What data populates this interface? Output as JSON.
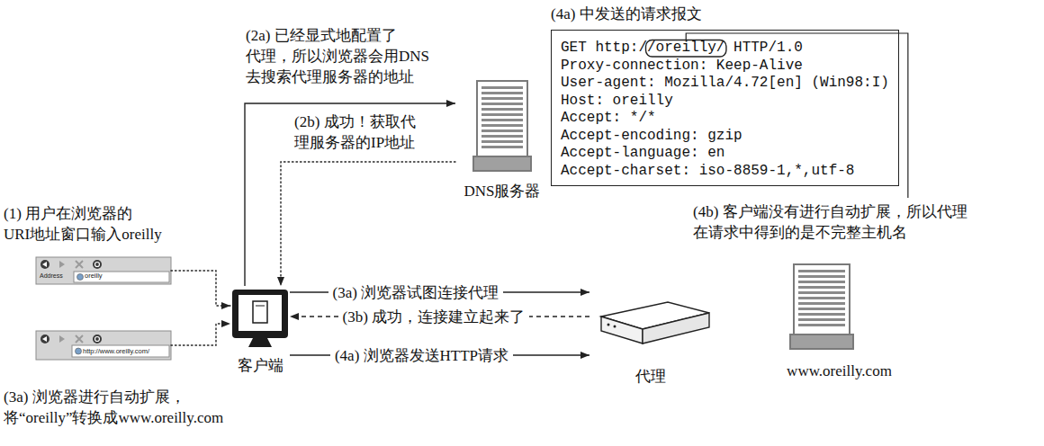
{
  "diagram": {
    "nodes": [
      {
        "text": [
          "DNS服务器"
        ]
      },
      {
        "text": [
          "(4a) 中发送的请求报文",
          "GET http://oreilly/ HTTP/1.0",
          "Proxy-connection: Keep-Alive",
          "User-agent: Mozilla/4.72[en] (Win98:I)",
          "Host: oreilly",
          "Accept: */*",
          "Accept-encoding: gzip",
          "Accept-language: en",
          "Accept-charset: iso-8859-1,*,utf-8"
        ]
      },
      {
        "text": [
          "Address",
          "oreilly"
        ]
      },
      {
        "text": [
          "http://www.oreilly.com/"
        ]
      },
      {
        "text": [
          "客户端"
        ]
      },
      {
        "text": [
          "代理"
        ]
      },
      {
        "text": [
          "www.oreilly.com"
        ]
      }
    ],
    "edges": [
      {
        "from": 2,
        "to": 4,
        "arrow": "to"
      },
      {
        "from": 3,
        "to": 4,
        "arrow": "to"
      },
      {
        "from": 4,
        "to": 0,
        "arrow": "to",
        "label": "(2a) 已经显式地配置了 代理，所以浏览器会用DNS 去搜索代理服务器的地址"
      },
      {
        "from": 0,
        "to": 4,
        "arrow": "to",
        "label": "(2b) 成功！获取代 理服务器的IP地址"
      },
      {
        "from": 4,
        "to": 5,
        "arrow": "to",
        "label": "(3a) 浏览器试图连接代理"
      },
      {
        "from": 5,
        "to": 4,
        "arrow": "to",
        "label": "(3b) 成功，连接建立起来了"
      },
      {
        "from": 4,
        "to": 5,
        "arrow": "to",
        "label": "(4a) 浏览器发送HTTP请求"
      }
    ],
    "labels": [
      "(1) 用户在浏览器的 URI地址窗口输入oreilly",
      "(3a) 浏览器进行自动扩展， 将“oreilly”转换成www.oreilly.com",
      "(4b) 客户端没有进行自动扩展，所以代理 在请求中得到的是不完整主机名"
    ]
  }
}
